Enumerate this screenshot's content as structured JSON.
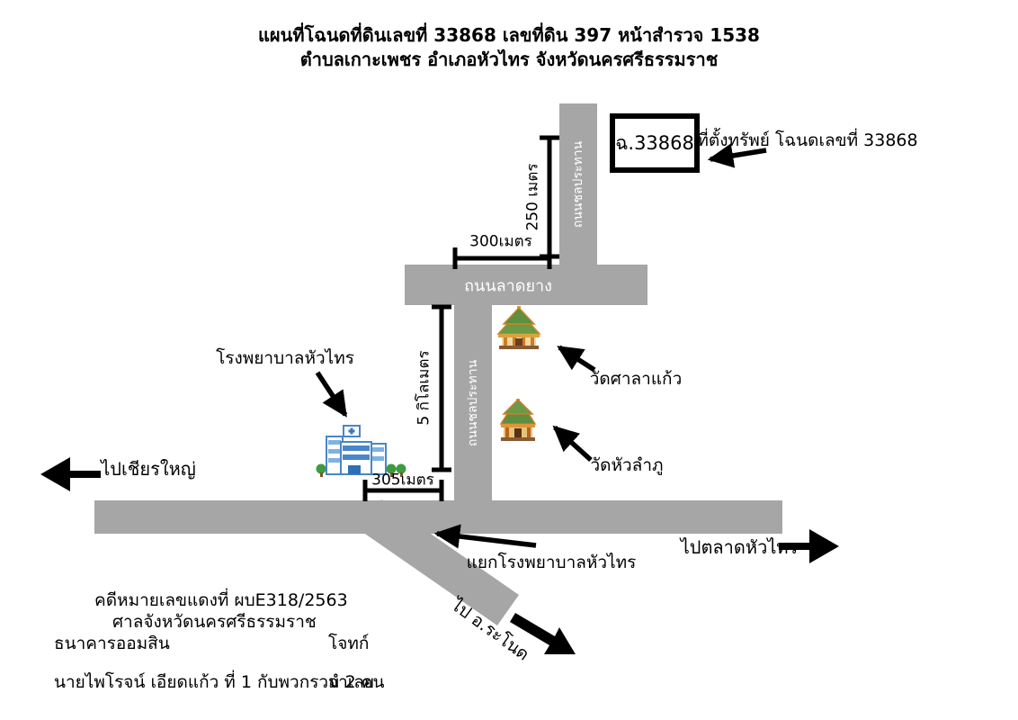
{
  "title": {
    "line1": "แผนที่โฉนดที่ดินเลขที่ 33868 เลขที่ดิน 397 หน้าสำรวจ 1538",
    "line2": "ตำบลเกาะเพชร อำเภอหัวไทร จังหวัดนครศรีธรรมราช"
  },
  "parcel": {
    "box_label": "ฉ.33868",
    "callout": "ที่ตั้งทรัพย์ โฉนดเลขที่ 33868"
  },
  "roads": {
    "paved": "ถนนลาดยาง",
    "canal_upper": "ถนนชลประทาน",
    "canal_lower": "ถนนชลประทาน"
  },
  "dimensions": {
    "parcel_depth": "250 เมตร",
    "parcel_frontage": "300เมตร",
    "to_junction": "5 กิโลเมตร",
    "hospital_offset": "305เมตร"
  },
  "places": {
    "hospital": "โรงพยาบาลหัวไทร",
    "temple_sala_kaeo": "วัดศาลาแก้ว",
    "temple_hua_lamphu": "วัดหัวลำภู",
    "junction": "แยกโรงพยาบาลหัวไทร"
  },
  "directions": {
    "west": "ไปเชียรใหญ่",
    "east": "ไปตลาดหัวไทร",
    "south": "ไป อ.ระโนด"
  },
  "case": {
    "case_no": "คดีหมายเลขแดงที่ ผบE318/2563",
    "court": "ศาลจังหวัดนครศรีธรรมราช",
    "plaintiff": "ธนาคารออมสิน",
    "plaintiff_role": "โจทก์",
    "defendant": "นายไพโรจน์ เอียดแก้ว ที่ 1 กับพวกรวม 2 คน",
    "defendant_role": "จำเลย"
  },
  "colors": {
    "road": "#a6a6a6",
    "ink": "#000000",
    "road_label": "#ffffff"
  }
}
